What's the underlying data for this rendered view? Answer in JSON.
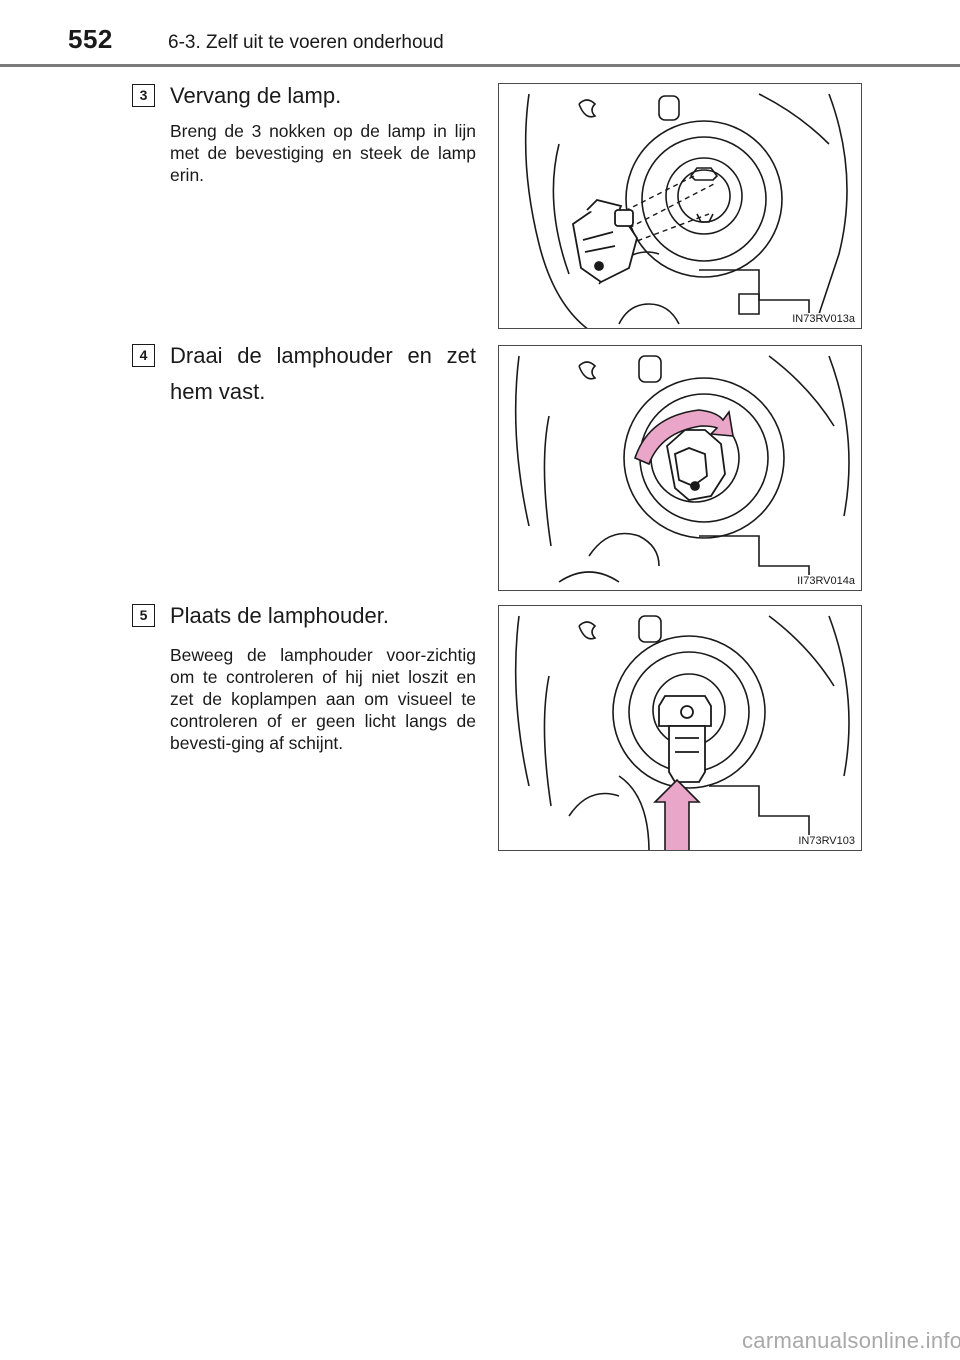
{
  "header": {
    "page_number": "552",
    "section_title": "6-3. Zelf uit te voeren onderhoud"
  },
  "steps": [
    {
      "number": "3",
      "title": "Vervang de lamp.",
      "body": "Breng de 3 nokken op de lamp in lijn met de bevestiging en steek de lamp erin.",
      "figure_code": "IN73RV013a",
      "icon": "bulb-insertion-illustration"
    },
    {
      "number": "4",
      "title": "Draai de lamphouder en zet hem vast.",
      "body": "",
      "figure_code": "II73RV014a",
      "icon": "rotate-bulb-holder-illustration"
    },
    {
      "number": "5",
      "title": "Plaats de lamphouder.",
      "body": "Beweeg de lamphouder voor-zichtig om te controleren of hij niet loszit en zet de koplampen aan om visueel te controleren of er geen licht langs de bevesti-ging af schijnt.",
      "figure_code": "IN73RV103",
      "icon": "check-bulb-holder-illustration"
    }
  ],
  "footer": {
    "watermark": "carmanualsonline.info"
  },
  "colors": {
    "text": "#1a1a1a",
    "rule": "#7a7a7a",
    "arrow_pink": "#e9a6c9",
    "watermark": "#a8a8a8"
  }
}
